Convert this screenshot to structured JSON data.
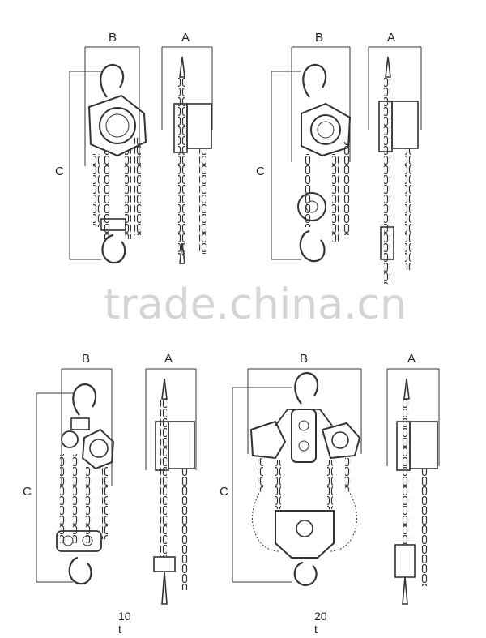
{
  "panels": [
    {
      "dim_b": "B",
      "dim_a": "A",
      "dim_c": "C",
      "caption": ""
    },
    {
      "dim_b": "B",
      "dim_a": "A",
      "dim_c": "C",
      "caption": ""
    },
    {
      "dim_b": "B",
      "dim_a": "A",
      "dim_c": "C",
      "caption": "10 t"
    },
    {
      "dim_b": "B",
      "dim_a": "A",
      "dim_c": "C",
      "caption": "20 t"
    }
  ],
  "watermark": "trade.china.cn"
}
